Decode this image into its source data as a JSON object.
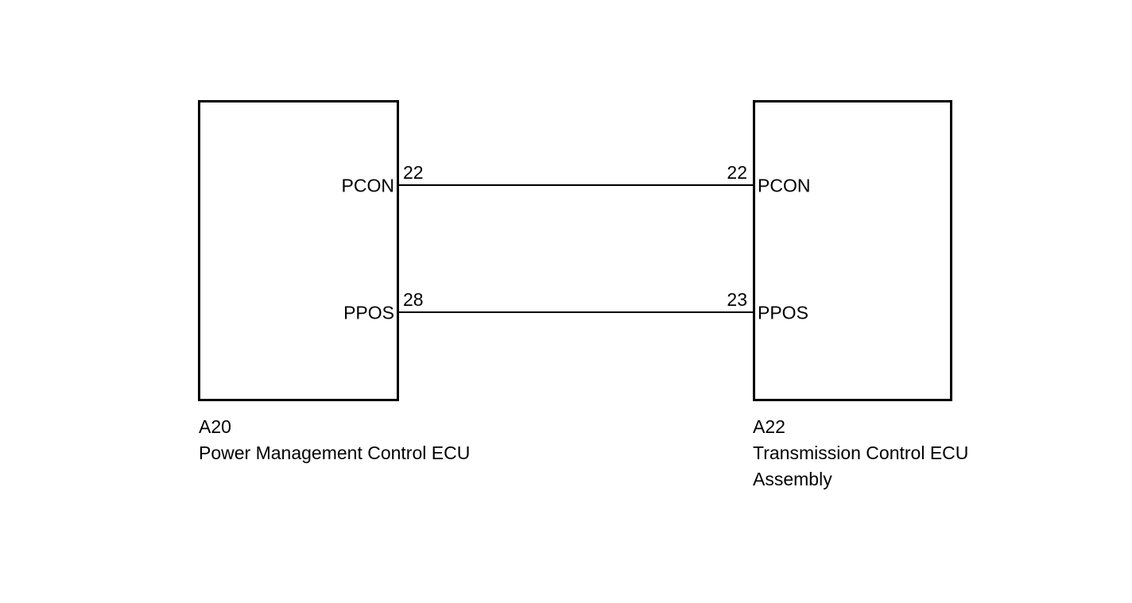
{
  "diagram": {
    "background_color": "#ffffff",
    "line_color": "#000000",
    "left_component": {
      "id": "A20",
      "name": "Power Management Control ECU",
      "pins": [
        {
          "terminal": "PCON",
          "pin_number": "22"
        },
        {
          "terminal": "PPOS",
          "pin_number": "28"
        }
      ]
    },
    "right_component": {
      "id": "A22",
      "name_line1": "Transmission Control ECU",
      "name_line2": "Assembly",
      "pins": [
        {
          "terminal": "PCON",
          "pin_number": "22"
        },
        {
          "terminal": "PPOS",
          "pin_number": "23"
        }
      ]
    },
    "wires": [
      {
        "from": "A20 pin 22 PCON",
        "to": "A22 pin 22 PCON"
      },
      {
        "from": "A20 pin 28 PPOS",
        "to": "A22 pin 23 PPOS"
      }
    ]
  }
}
